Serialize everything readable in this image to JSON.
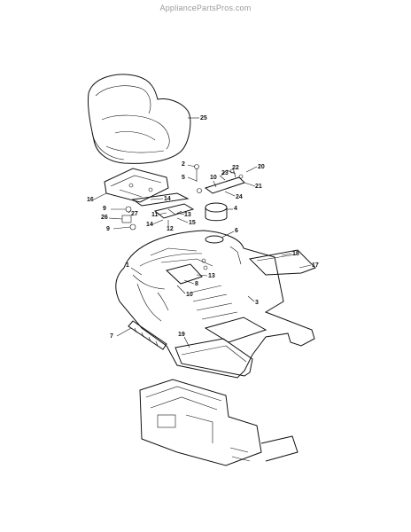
{
  "watermark": "AppliancePartsPros.com",
  "labels": [
    "25",
    "2",
    "5",
    "20",
    "22",
    "23",
    "21",
    "10",
    "24",
    "16",
    "14",
    "13",
    "11",
    "26",
    "27",
    "9",
    "9",
    "12",
    "14",
    "15",
    "4",
    "6",
    "18",
    "17",
    "1",
    "8",
    "13",
    "10",
    "3",
    "7",
    "19"
  ]
}
